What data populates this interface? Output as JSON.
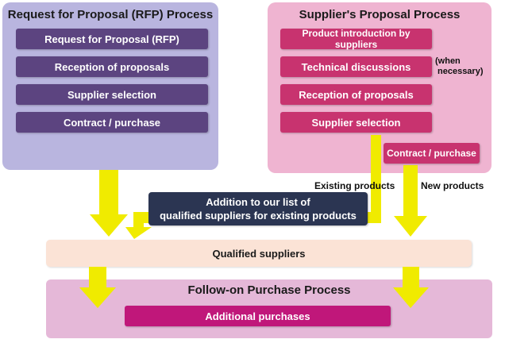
{
  "colors": {
    "rfp_panel": "#b9b5df",
    "supplier_panel": "#efb4d1",
    "purple_box": "#5c4480",
    "magenta_box": "#c8336f",
    "arrow_yellow": "#f0eb00",
    "qualified_bar": "#fbe3d6",
    "followon_panel": "#e5b8d8",
    "additional_box": "#c0177a",
    "navy_box": "#2b3552"
  },
  "rfp_process": {
    "title": "Request for Proposal (RFP) Process",
    "steps": [
      "Request for Proposal (RFP)",
      "Reception of proposals",
      "Supplier selection",
      "Contract / purchase"
    ]
  },
  "supplier_process": {
    "title": "Supplier's Proposal Process",
    "steps": [
      "Product introduction by suppliers",
      "Technical discussions",
      "Reception of proposals",
      "Supplier selection"
    ],
    "note_line1": "(when",
    "note_line2": "necessary)",
    "contract": "Contract / purchase"
  },
  "branches": {
    "existing": "Existing products",
    "new": "New products"
  },
  "addition_box": {
    "line1": "Addition to our list of",
    "line2": "qualified suppliers for existing products"
  },
  "qualified_suppliers": "Qualified suppliers",
  "followon": {
    "title": "Follow-on Purchase Process",
    "item": "Additional purchases"
  }
}
